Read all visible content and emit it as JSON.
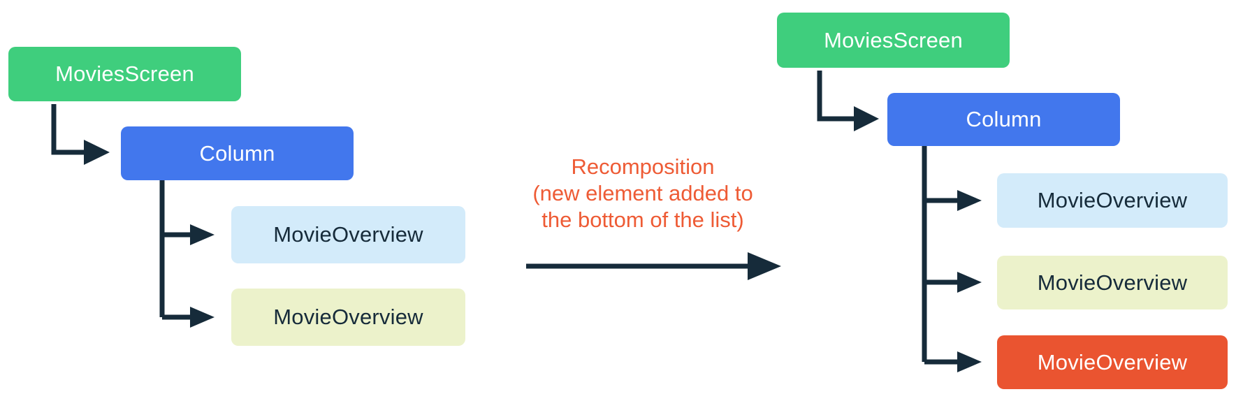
{
  "left_tree": {
    "movies_screen": "MoviesScreen",
    "column": "Column",
    "movie_overview_1": "MovieOverview",
    "movie_overview_2": "MovieOverview"
  },
  "right_tree": {
    "movies_screen": "MoviesScreen",
    "column": "Column",
    "movie_overview_1": "MovieOverview",
    "movie_overview_2": "MovieOverview",
    "movie_overview_3": "MovieOverview"
  },
  "annotation": {
    "lines": [
      "Recomposition",
      "(new element added to",
      "the bottom of the list)"
    ]
  },
  "colors": {
    "green_node": "#3FCE7D",
    "blue_node": "#4277ED",
    "light_blue_node": "#D3EBFA",
    "light_green_node": "#ECF2CB",
    "orange_node": "#EA5430",
    "connector": "#162B3A",
    "annotation_text": "#EE5B35"
  }
}
